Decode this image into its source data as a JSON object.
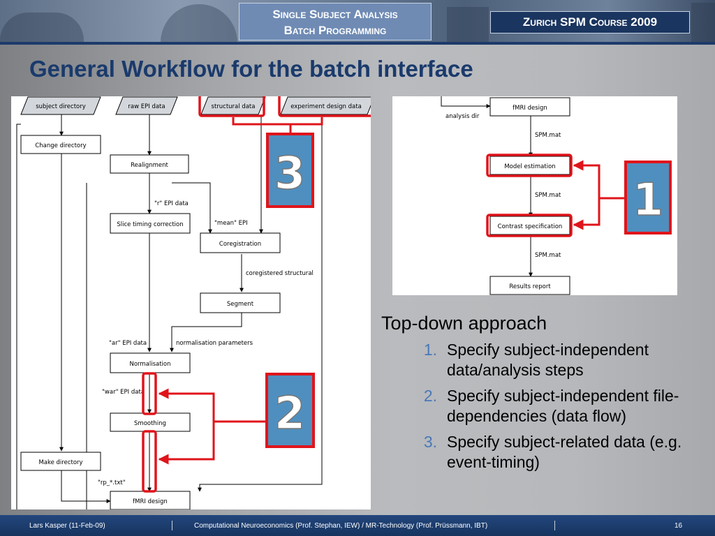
{
  "header": {
    "title_line1": "Single Subject Analysis",
    "title_line2": "Batch Programming",
    "course": "Zurich SPM Course 2009"
  },
  "slide": {
    "title": "General Workflow for the batch interface"
  },
  "left_diagram": {
    "inputs": [
      "subject directory",
      "raw EPI data",
      "structural data",
      "experiment design data"
    ],
    "boxes": [
      "Change directory",
      "Realignment",
      "Slice timing correction",
      "Coregistration",
      "Segment",
      "Normalisation",
      "Smoothing",
      "Make directory",
      "fMRI design"
    ],
    "labels": [
      "\"r\" EPI data",
      "\"mean\" EPI",
      "coregistered structural",
      "\"ar\" EPI data",
      "normalisation parameters",
      "\"war\" EPI data",
      "\"rp_*.txt\""
    ]
  },
  "right_diagram": {
    "boxes": [
      "fMRI design",
      "Model estimation",
      "Contrast specification",
      "Results report"
    ],
    "labels": [
      "analysis dir",
      "SPM.mat",
      "SPM.mat",
      "SPM.mat"
    ]
  },
  "callouts": [
    "1",
    "2",
    "3"
  ],
  "bullets": {
    "heading": "Top-down approach",
    "items": [
      {
        "num": "1.",
        "text": "Specify subject-independent data/analysis steps"
      },
      {
        "num": "2.",
        "text": "Specify subject-independent file-dependencies (data flow)"
      },
      {
        "num": "3.",
        "text": "Specify subject-related data (e.g. event-timing)"
      }
    ]
  },
  "footer": {
    "author": "Lars Kasper (11-Feb-09)",
    "center": "Computational Neuroeconomics (Prof. Stephan, IEW) / MR-Technology (Prof. Prüssmann, IBT)",
    "page": "16"
  },
  "colors": {
    "accent_red": "#e0141b",
    "callout_blue": "#4f8fbf",
    "title_blue": "#1a3a6c",
    "footer_blue": "#1d3b6b"
  }
}
